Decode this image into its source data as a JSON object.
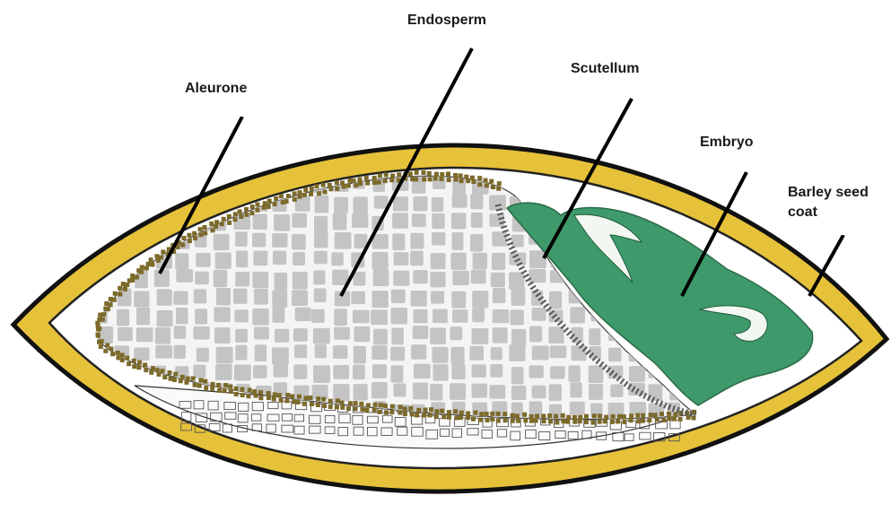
{
  "diagram": {
    "labels": {
      "aleurone": "Aleurone",
      "endosperm": "Endosperm",
      "scutellum": "Scutellum",
      "embryo": "Embryo",
      "seed_coat_line1": "Barley seed",
      "seed_coat_line2": "coat"
    },
    "colors": {
      "seed_coat": "#E6C23A",
      "outline": "#111111",
      "embryo": "#3E9A6A",
      "endosperm_cells": "#C4C4C4",
      "aleurone_cells": "#7C6A2A",
      "background": "#FFFFFF"
    }
  }
}
